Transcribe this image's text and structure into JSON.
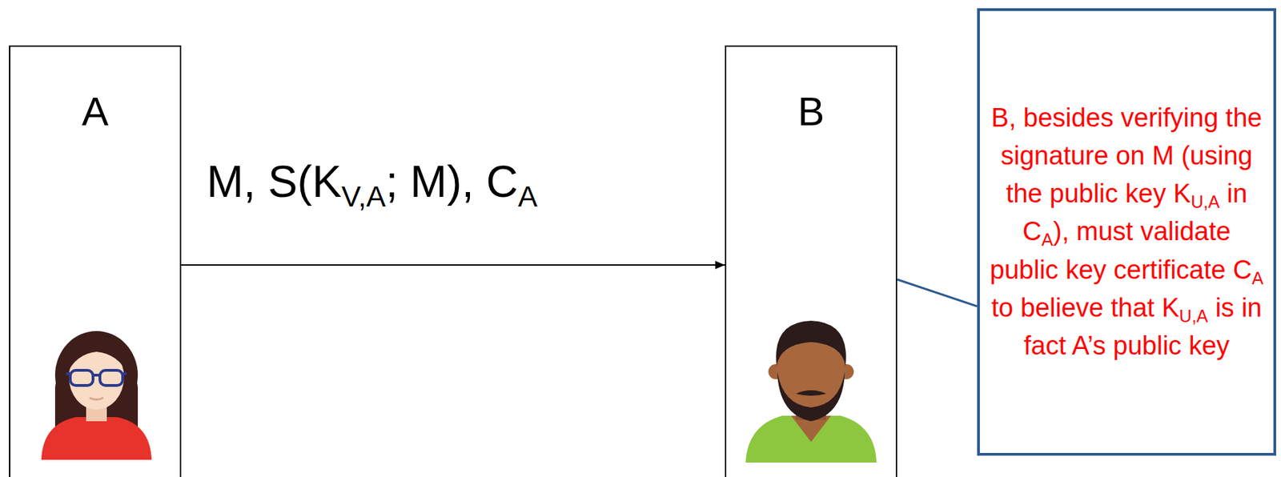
{
  "diagram": {
    "nodes": [
      {
        "text": [
          "A"
        ]
      },
      {
        "text": [
          "B"
        ]
      },
      {
        "text": [
          "B, besides verifying the signature on M (using the public key KU,A in CA), must validate public key certificate CA to believe that KU,A is in fact A’s public key"
        ]
      }
    ],
    "edges": [
      {
        "from": 0,
        "to": 1,
        "label": "M, S(KV,A; M), CA",
        "arrow": "to"
      },
      {
        "from": 1,
        "to": 2,
        "arrow": "none"
      }
    ]
  }
}
